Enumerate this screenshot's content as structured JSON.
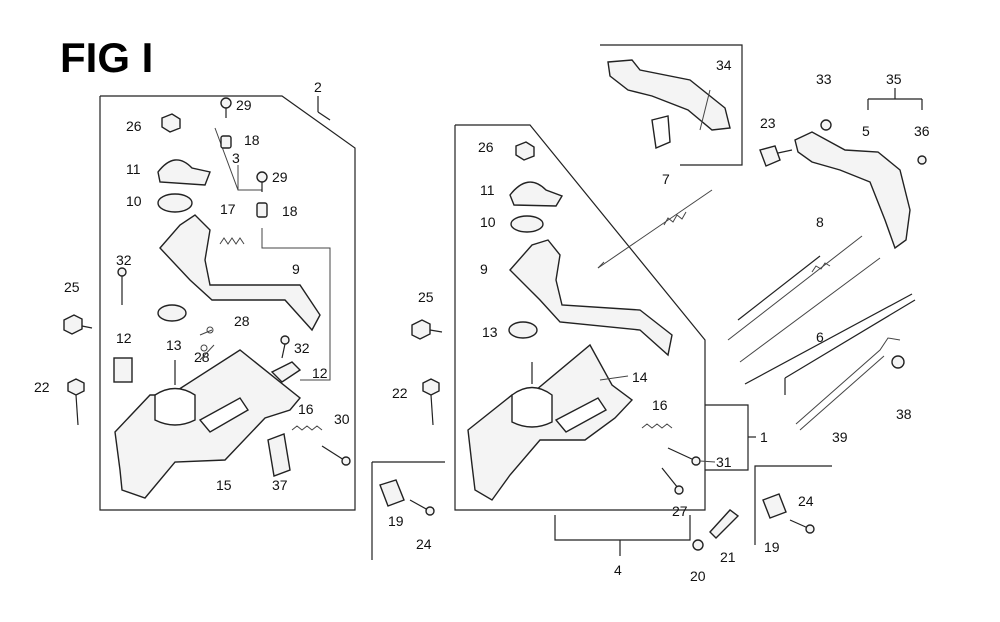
{
  "figure": {
    "title": "FIG I"
  },
  "labels": {
    "l1": "1",
    "l2": "2",
    "l3": "3",
    "l4": "4",
    "l5": "5",
    "l6": "6",
    "l7": "7",
    "l8": "8",
    "l9a": "9",
    "l9b": "9",
    "l10a": "10",
    "l10b": "10",
    "l11a": "11",
    "l11b": "11",
    "l12a": "12",
    "l12b": "12",
    "l13a": "13",
    "l13b": "13",
    "l14": "14",
    "l15": "15",
    "l16a": "16",
    "l16b": "16",
    "l17": "17",
    "l18a": "18",
    "l18b": "18",
    "l19a": "19",
    "l19b": "19",
    "l20": "20",
    "l21": "21",
    "l22a": "22",
    "l22b": "22",
    "l23": "23",
    "l24a": "24",
    "l24b": "24",
    "l25a": "25",
    "l25b": "25",
    "l26a": "26",
    "l26b": "26",
    "l27": "27",
    "l28a": "28",
    "l28b": "28",
    "l29a": "29",
    "l29b": "29",
    "l30": "30",
    "l31": "31",
    "l32a": "32",
    "l32b": "32",
    "l33": "33",
    "l34": "34",
    "l35": "35",
    "l36": "36",
    "l37": "37",
    "l38": "38",
    "l39": "39"
  }
}
